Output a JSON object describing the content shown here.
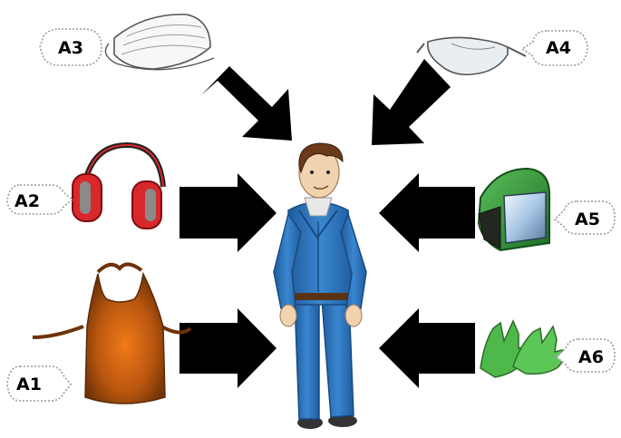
{
  "labels": {
    "a1": "A1",
    "a2": "A2",
    "a3": "A3",
    "a4": "A4",
    "a5": "A5",
    "a6": "A6"
  },
  "items": {
    "a1": "apron-icon",
    "a2": "ear-muffs-icon",
    "a3": "dust-mask-icon",
    "a4": "safety-glasses-icon",
    "a5": "face-shield-icon",
    "a6": "gloves-icon"
  },
  "colors": {
    "arrow": "#000000",
    "coverall": "#2f78c0",
    "apron": "#b0520f",
    "earmuff": "#d9282c",
    "shield": "#3a9a3a",
    "gloves": "#4fb84a"
  }
}
